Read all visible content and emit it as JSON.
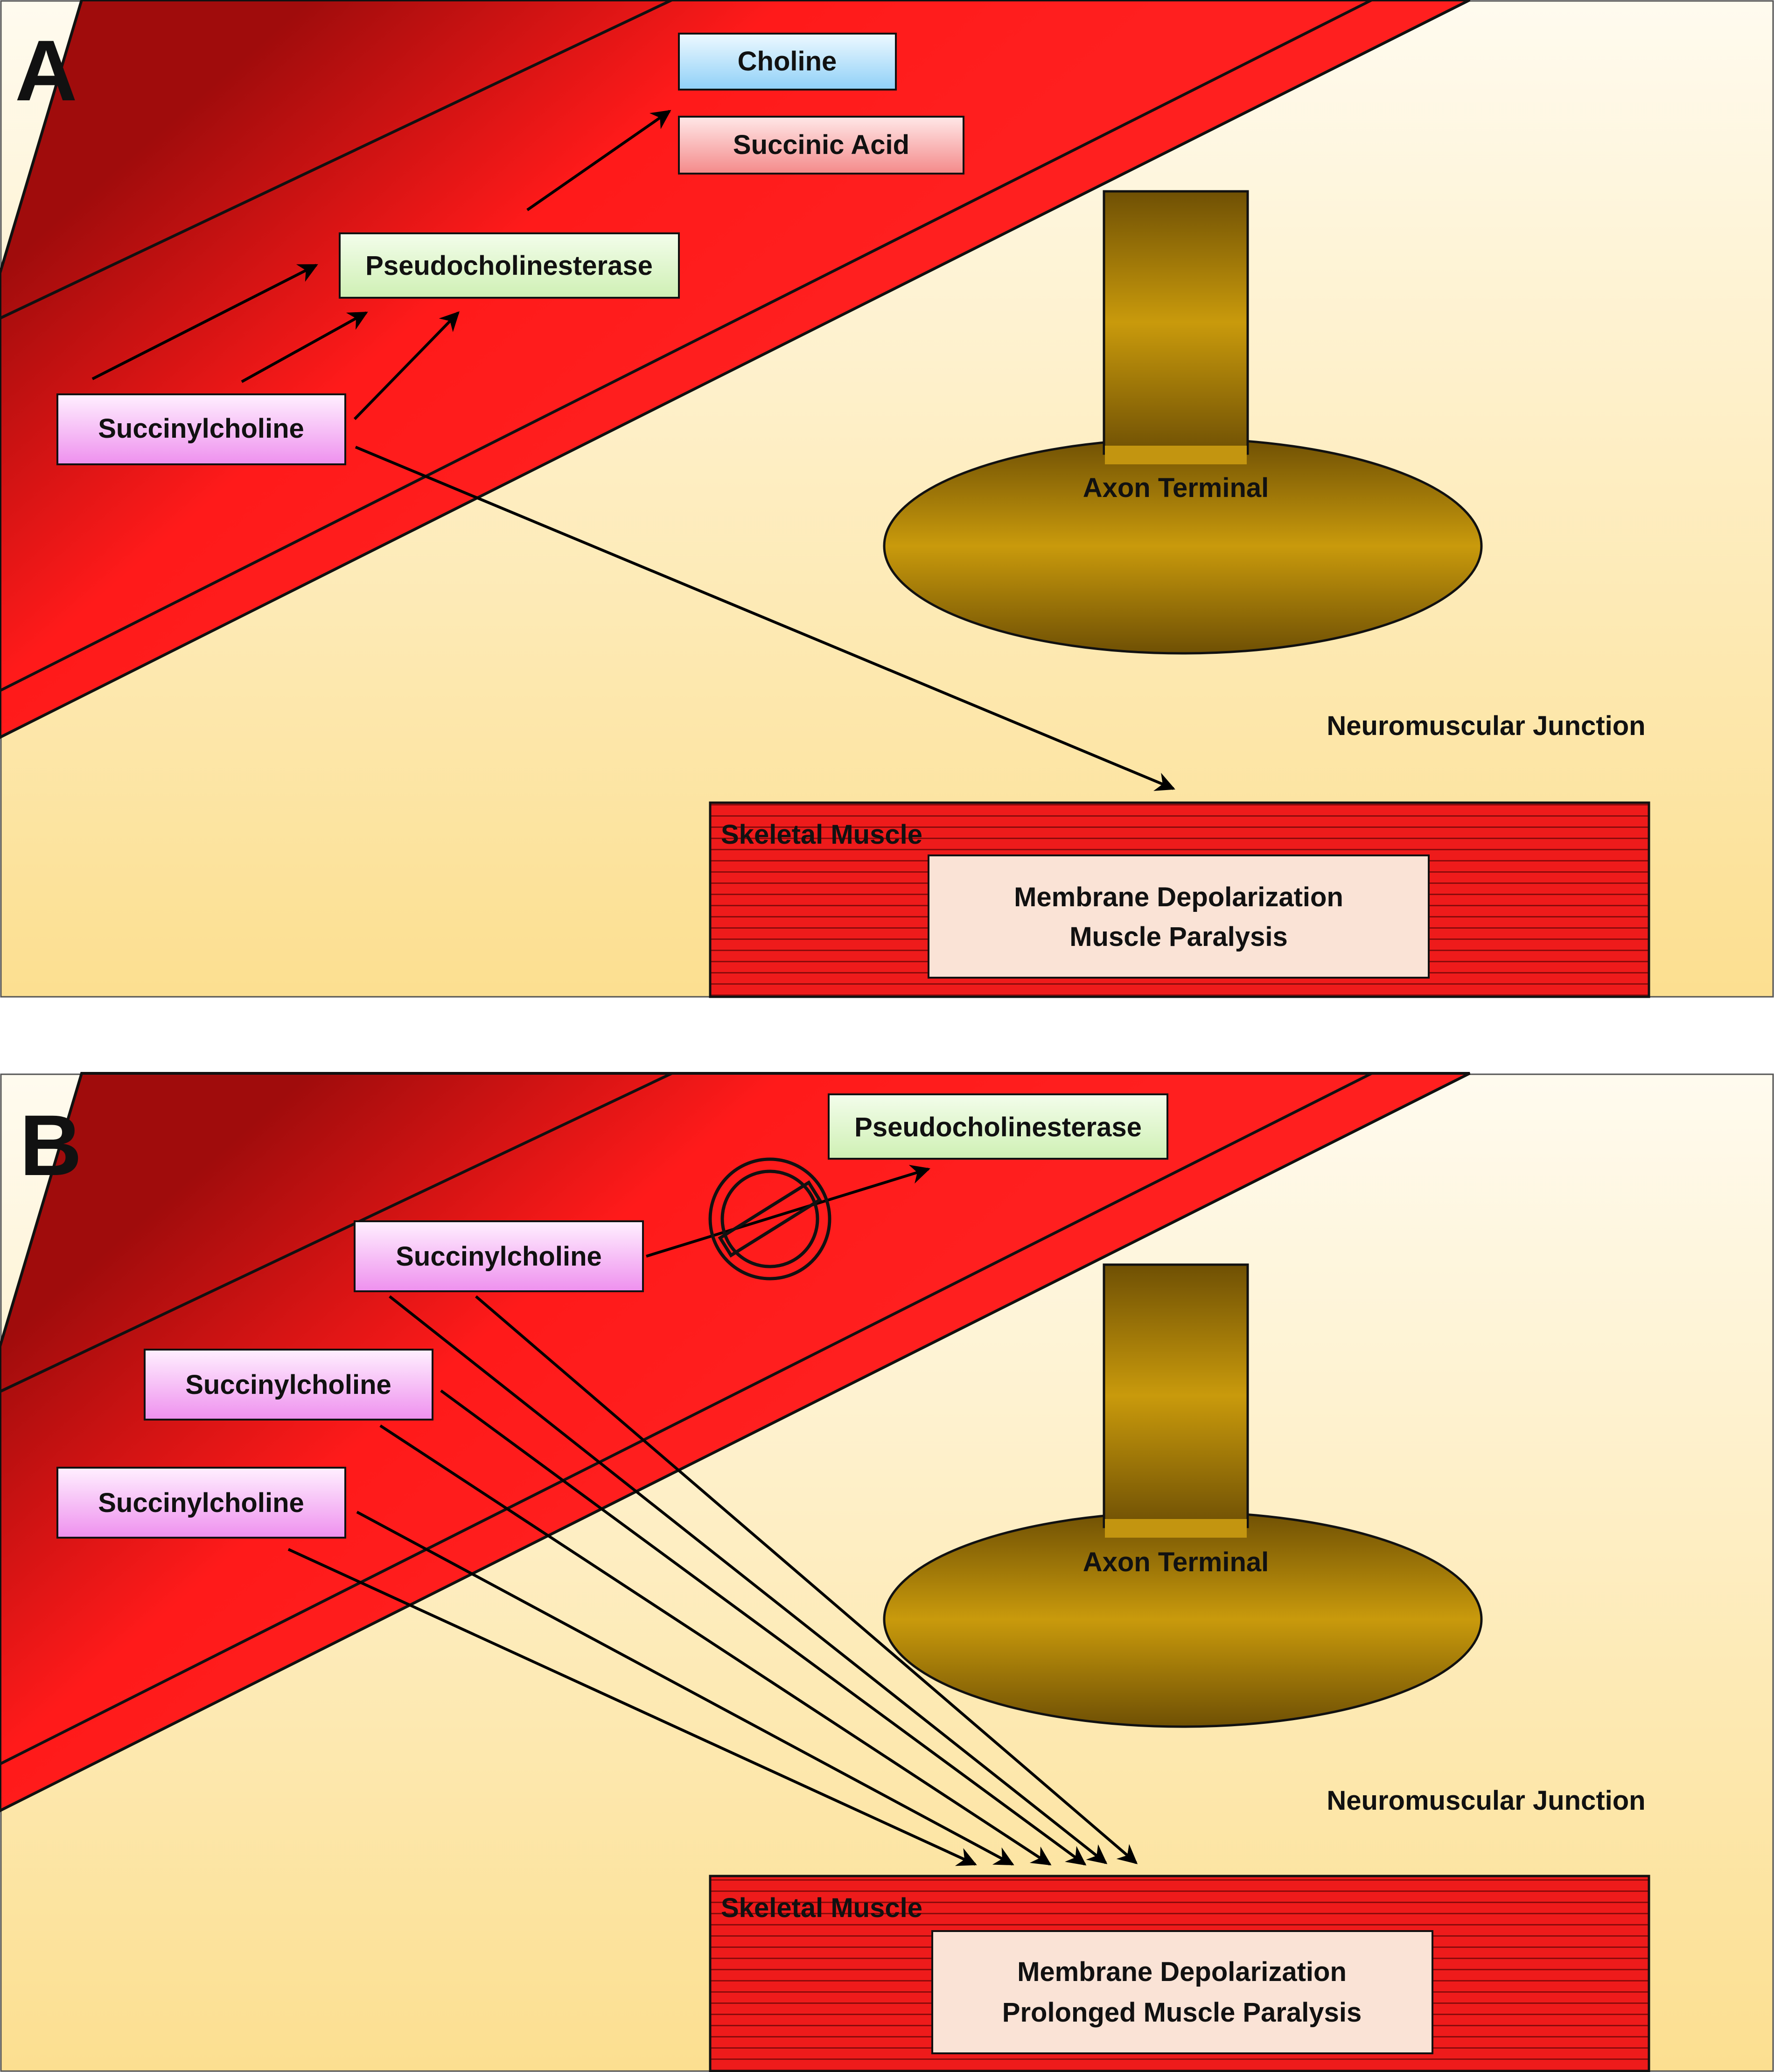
{
  "colors": {
    "vessel_dark": "#a00c0c",
    "vessel_light": "#ff1a1a",
    "background_top": "#fffbef",
    "background_bottom": "#fcdf90",
    "axon_dark": "#6f5004",
    "axon_light": "#c99a0c",
    "muscle_red": "#ee1b1b",
    "box_pink_top": "#fff0ff",
    "box_pink_bottom": "#ee90ee",
    "box_green": "#e2f7cf",
    "box_blue_top": "#eef9ff",
    "box_blue_bottom": "#8fd0f7",
    "box_red_top": "#ffe8e8",
    "box_red_bottom": "#f48a8a",
    "depolarization_box": "#fae3d6"
  },
  "panel_a": {
    "letter": "A",
    "choline": "Choline",
    "succinic_acid": "Succinic Acid",
    "enzyme": "Pseudocholinesterase",
    "drug": "Succinylcholine",
    "axon_terminal": "Axon Terminal",
    "junction": "Neuromuscular Junction",
    "muscle": "Skeletal Muscle",
    "effect_line1": "Membrane Depolarization",
    "effect_line2": "Muscle Paralysis"
  },
  "panel_b": {
    "letter": "B",
    "enzyme": "Pseudocholinesterase",
    "blocked_icon": "no-entry-icon",
    "drug_1": "Succinylcholine",
    "drug_2": "Succinylcholine",
    "drug_3": "Succinylcholine",
    "axon_terminal": "Axon Terminal",
    "junction": "Neuromuscular Junction",
    "muscle": "Skeletal Muscle",
    "effect_line1": "Membrane Depolarization",
    "effect_line2": "Prolonged Muscle Paralysis"
  }
}
